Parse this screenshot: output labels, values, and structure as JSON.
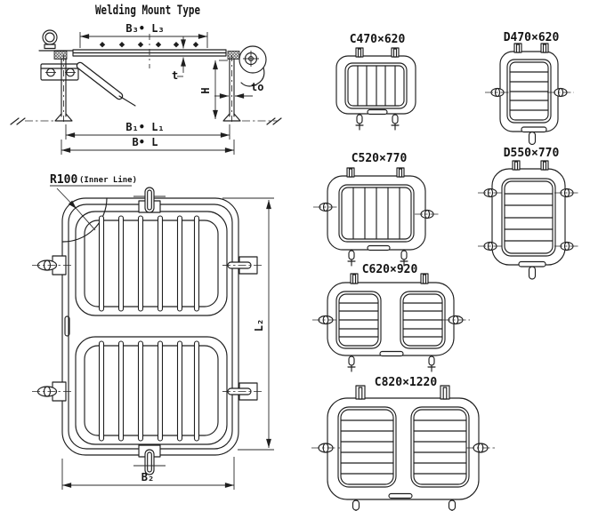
{
  "drawing": {
    "title": "Welding Mount Type",
    "section_view": {
      "dim_cover_width": "B₃•  L₃",
      "dim_cover_thickness": "t",
      "dim_coaming_height": "H",
      "dim_coaming_thickness": "to",
      "dim_clear_opening": "B₁•  L₁",
      "dim_overall": "B•  L"
    },
    "front_view": {
      "corner_radius": "R100",
      "corner_radius_note": "(Inner Line)",
      "dim_height": "L₂",
      "dim_width": "B₂"
    },
    "variants": [
      {
        "label": "C470×620",
        "orientation": "landscape",
        "panels": 1,
        "grille_bars": "vertical"
      },
      {
        "label": "D470×620",
        "orientation": "portrait",
        "panels": 1,
        "grille_bars": "horizontal"
      },
      {
        "label": "C520×770",
        "orientation": "landscape",
        "panels": 1,
        "grille_bars": "vertical"
      },
      {
        "label": "D550×770",
        "orientation": "portrait",
        "panels": 1,
        "grille_bars": "horizontal"
      },
      {
        "label": "C620×920",
        "orientation": "landscape",
        "panels": 2,
        "grille_bars": "horizontal"
      },
      {
        "label": "C820×1220",
        "orientation": "landscape",
        "panels": 2,
        "grille_bars": "horizontal"
      }
    ],
    "colors": {
      "line": "#1f1f1f",
      "background": "#ffffff"
    }
  }
}
